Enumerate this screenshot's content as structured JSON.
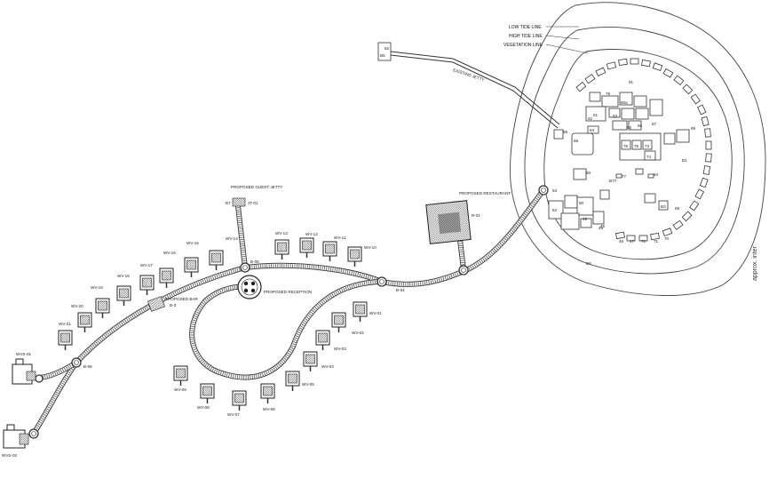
{
  "legend": {
    "low_tide": "LOW TIDE LINE",
    "high_tide": "HIGH TIDE LINE",
    "vegetation": "VEGETATION LINE"
  },
  "water_villas": [
    {
      "id": "wv01",
      "label": "WV-01"
    },
    {
      "id": "wv02",
      "label": "WV-02"
    },
    {
      "id": "wv03",
      "label": "WV-03"
    },
    {
      "id": "wv04",
      "label": "WV-04"
    },
    {
      "id": "wv05",
      "label": "WV-05"
    },
    {
      "id": "wv06",
      "label": "WV-06"
    },
    {
      "id": "wv07",
      "label": "WV-07"
    },
    {
      "id": "wv08",
      "label": "WV-08"
    },
    {
      "id": "wv09",
      "label": "WV-09"
    },
    {
      "id": "wv10",
      "label": "WV-10"
    },
    {
      "id": "wv11",
      "label": "WV-11"
    },
    {
      "id": "wv12",
      "label": "WV-12"
    },
    {
      "id": "wv13",
      "label": "WV-13"
    },
    {
      "id": "wv14",
      "label": "WV-14"
    },
    {
      "id": "wv15",
      "label": "WV-15"
    },
    {
      "id": "wv16",
      "label": "WV-16"
    },
    {
      "id": "wv17",
      "label": "WV-17"
    },
    {
      "id": "wv18",
      "label": "WV-18"
    },
    {
      "id": "wv19",
      "label": "WV-19"
    },
    {
      "id": "wv20",
      "label": "WV-20"
    },
    {
      "id": "wv21",
      "label": "WV-21"
    }
  ],
  "suites": [
    {
      "id": "wvs01",
      "label": "WVS-01"
    },
    {
      "id": "wvs02",
      "label": "WVS-02"
    }
  ],
  "facilities": {
    "guest_jetty_title": "PROPOSED GUEST JETTY",
    "guest_jetty_code": "JT-01",
    "guest_jetty_num": "B7",
    "reception_title": "PROPOSED RECEPTION",
    "restaurant_title": "PROPOSED RESTAURANT",
    "restaurant_code": "R-01",
    "bar_title": "PROPOSED BAR",
    "bar_code": "B-3",
    "existing_jetty": "EXISTING JETTY",
    "small_jetty_code": "82",
    "small_jetty_sub": "B5"
  },
  "nodes": {
    "b05": "B-05",
    "b06": "B-06",
    "b04": "B-04"
  },
  "island_labels": [
    "81",
    "78",
    "80a",
    "62",
    "63",
    "66",
    "67",
    "65",
    "61",
    "64",
    "76",
    "75",
    "73",
    "74",
    "59",
    "58",
    "60",
    "77",
    "94",
    "B1",
    "B77",
    "53",
    "52",
    "50",
    "49",
    "48",
    "46",
    "47",
    "72",
    "71",
    "70",
    "69",
    "B3",
    "89",
    "B8",
    "45"
  ],
  "margin_note": "approx. inter"
}
